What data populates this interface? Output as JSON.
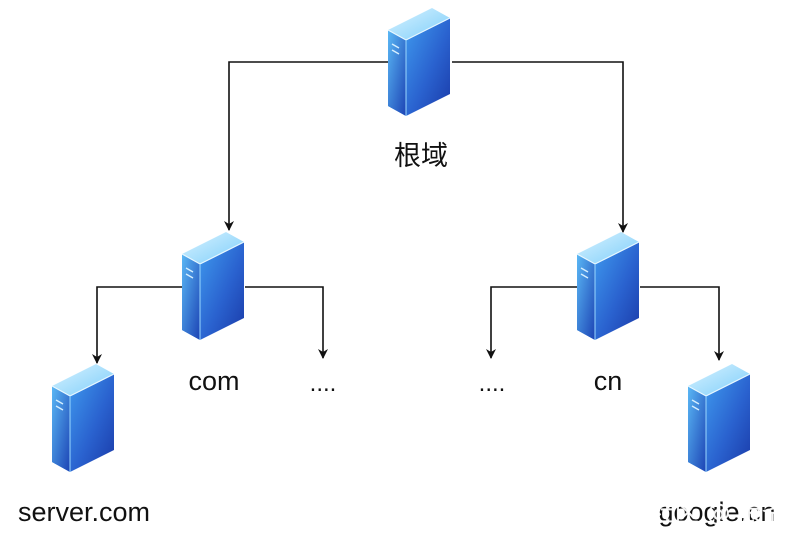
{
  "diagram": {
    "nodes": {
      "root": {
        "label": "根域",
        "icon": "server-icon"
      },
      "com": {
        "label": "com",
        "icon": "server-icon"
      },
      "cn": {
        "label": "cn",
        "icon": "server-icon"
      },
      "server_com": {
        "label": "server.com",
        "icon": "server-icon"
      },
      "google_cn": {
        "label": "google.cn",
        "icon": "server-icon"
      }
    },
    "placeholders": {
      "com_more": "....",
      "cn_more": "...."
    }
  },
  "watermark": "掘金技术社区 @ 狼爷",
  "colors": {
    "server_front_dark": "#1a3fb0",
    "server_front_light": "#3a8ae6",
    "server_side_dark": "#15318a",
    "server_top": "#7fd3ff",
    "connector": "#111111",
    "label_text": "#111111",
    "watermark_text": "#ffffff"
  }
}
